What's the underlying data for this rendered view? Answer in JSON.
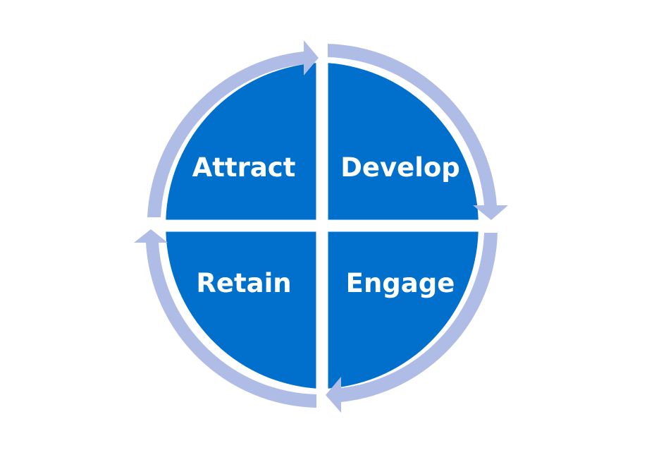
{
  "diagram": {
    "type": "cycle",
    "colors": {
      "quadrant": "#0070CC",
      "arrow": "#AFBDE6",
      "label": "#FFFFFF",
      "background": "#FFFFFF"
    },
    "quadrants": {
      "top_left": "Attract",
      "top_right": "Develop",
      "bottom_right": "Engage",
      "bottom_left": "Retain"
    }
  }
}
